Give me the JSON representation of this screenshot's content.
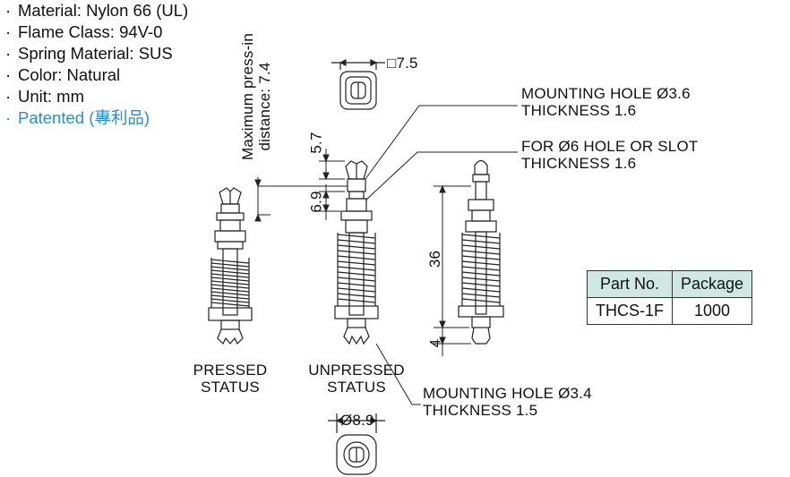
{
  "specs": [
    {
      "text": "Material: Nylon 66 (UL)"
    },
    {
      "text": "Flame Class: 94V-0"
    },
    {
      "text": "Spring Material: SUS"
    },
    {
      "text": "Color: Natural"
    },
    {
      "text": "Unit: mm"
    },
    {
      "text": "Patented (專利品)"
    }
  ],
  "accent_color": "#2a8fcf",
  "table_header_color": "#cfe8e4",
  "callouts": {
    "mount36_line1": "MOUNTING  HOLE  Ø3.6",
    "mount36_line2": "THICKNESS  1.6",
    "slot_line1": "FOR  Ø6  HOLE  OR  SLOT",
    "slot_line2": "THICKNESS  1.6",
    "mount34_line1": "MOUNTING  HOLE  Ø3.4",
    "mount34_line2": "THICKNESS  1.5"
  },
  "press_in_line1": "Maximum press-in",
  "press_in_line2": "distance: 7.4",
  "dims": {
    "d57": "5.7",
    "d69": "6.9",
    "d36": "36",
    "d4": "4",
    "sq75": "□7.5",
    "dia89": "Ø8.9"
  },
  "status": {
    "pressed1": "PRESSED",
    "pressed2": "STATUS",
    "unpressed1": "UNPRESSED",
    "unpressed2": "STATUS"
  },
  "table": {
    "headers": [
      "Part No.",
      "Package"
    ],
    "row": [
      "THCS-1F",
      "1000"
    ]
  }
}
